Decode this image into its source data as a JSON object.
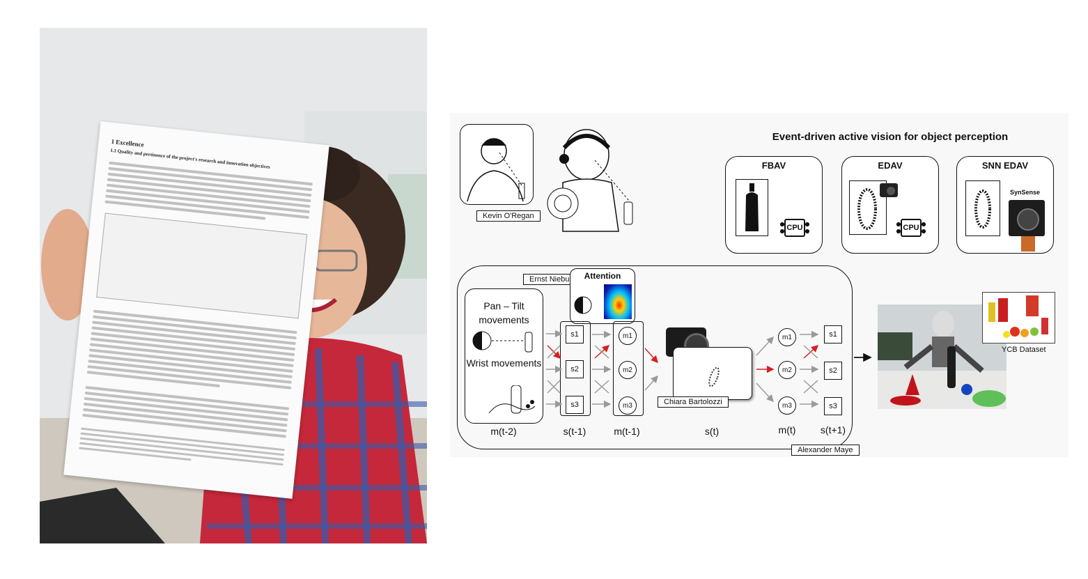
{
  "title": "Event-driven active vision for object perception",
  "panels": {
    "fbav": "FBAV",
    "edav": "EDAV",
    "snn_edav": "SNN EDAV",
    "cpu": "CPU",
    "synsense": "SynSense"
  },
  "people": {
    "kevin": "Kevin O'Regan",
    "ernst": "Ernst Niebur",
    "chiara": "Chiara Bartolozzi",
    "alexander": "Alexander Maye"
  },
  "attention": "Attention",
  "movements": {
    "pan_tilt": "Pan – Tilt movements",
    "wrist": "Wrist movements"
  },
  "nodes": {
    "s1": "s1",
    "s2": "s2",
    "s3": "s3",
    "m1": "m1",
    "m2": "m2",
    "m3": "m3"
  },
  "axis_labels": [
    "m(t-2)",
    "s(t-1)",
    "m(t-1)",
    "s(t)",
    "m(t)",
    "s(t+1)"
  ],
  "dataset": "YCB Dataset",
  "paper": {
    "section": "1   Excellence",
    "subsection": "1.1   Quality and pertinence of the project's research and innovation objectives"
  },
  "colors": {
    "highlight_arrow": "#d62020",
    "plain_arrow": "#9a9a9a",
    "shirt_red": "#c4283a",
    "shirt_blue": "#3b5aa8"
  }
}
